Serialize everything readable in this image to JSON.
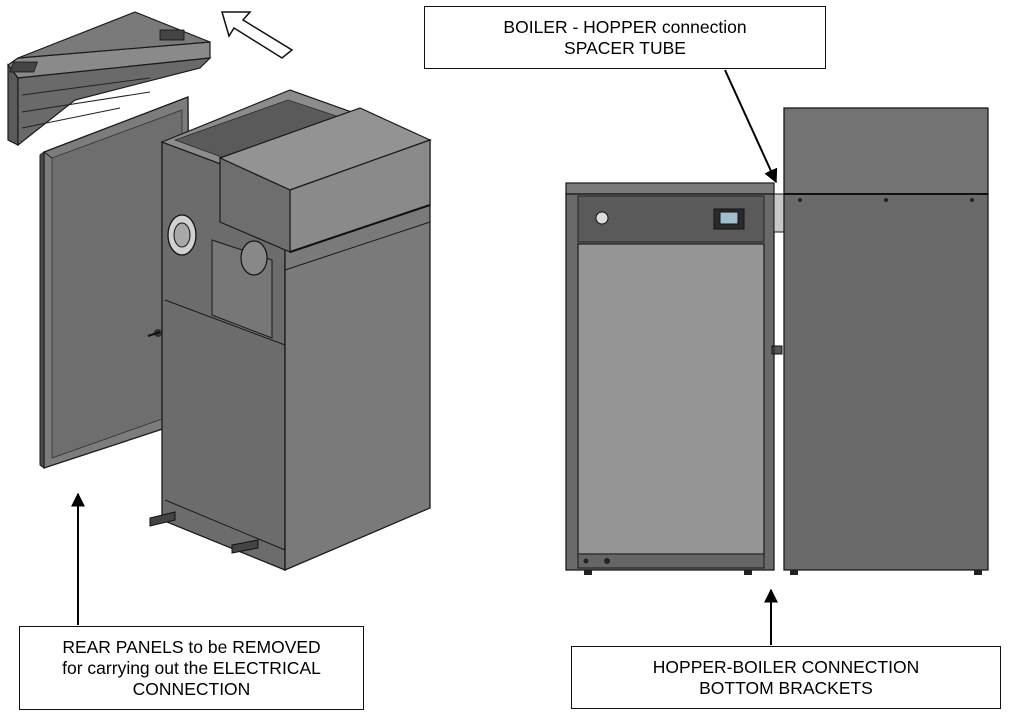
{
  "callouts": {
    "spacer": {
      "line1": "BOILER - HOPPER connection",
      "line2": "SPACER TUBE"
    },
    "rear": {
      "line1": "REAR PANELS to be REMOVED",
      "line2": "for carrying out the ELECTRICAL",
      "line3": "CONNECTION"
    },
    "brackets": {
      "line1": "HOPPER-BOILER CONNECTION",
      "line2": "BOTTOM BRACKETS"
    }
  },
  "colors": {
    "panel_dark": "#5e5e5e",
    "panel_mid": "#7a7a7a",
    "panel_light": "#8e8e8e",
    "panel_face": "#959595",
    "outline": "#1a1a1a"
  },
  "icons": {
    "removal_arrow": "outline-arrow-up-left",
    "pointer_arrow": "solid-arrow"
  }
}
